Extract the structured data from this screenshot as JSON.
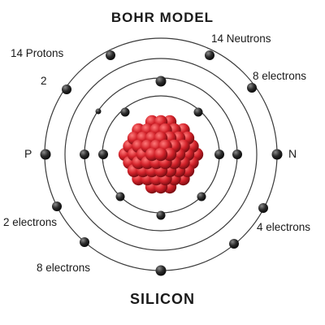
{
  "title": "BOHR MODEL",
  "element_name": "SILICON",
  "labels": {
    "protons": "14 Protons",
    "neutrons": "14 Neutrons",
    "outer_electrons": "8 electrons",
    "shell_number": "2",
    "p": "P",
    "n": "N",
    "inner_electrons": "2 electrons",
    "four_electrons": "4 electrons",
    "middle_electrons": "8 electrons"
  },
  "colors": {
    "proton": "#d3222a",
    "neutron": "#4a5157",
    "electron": "#2b2b2b",
    "orbit": "#3a3a3a"
  }
}
